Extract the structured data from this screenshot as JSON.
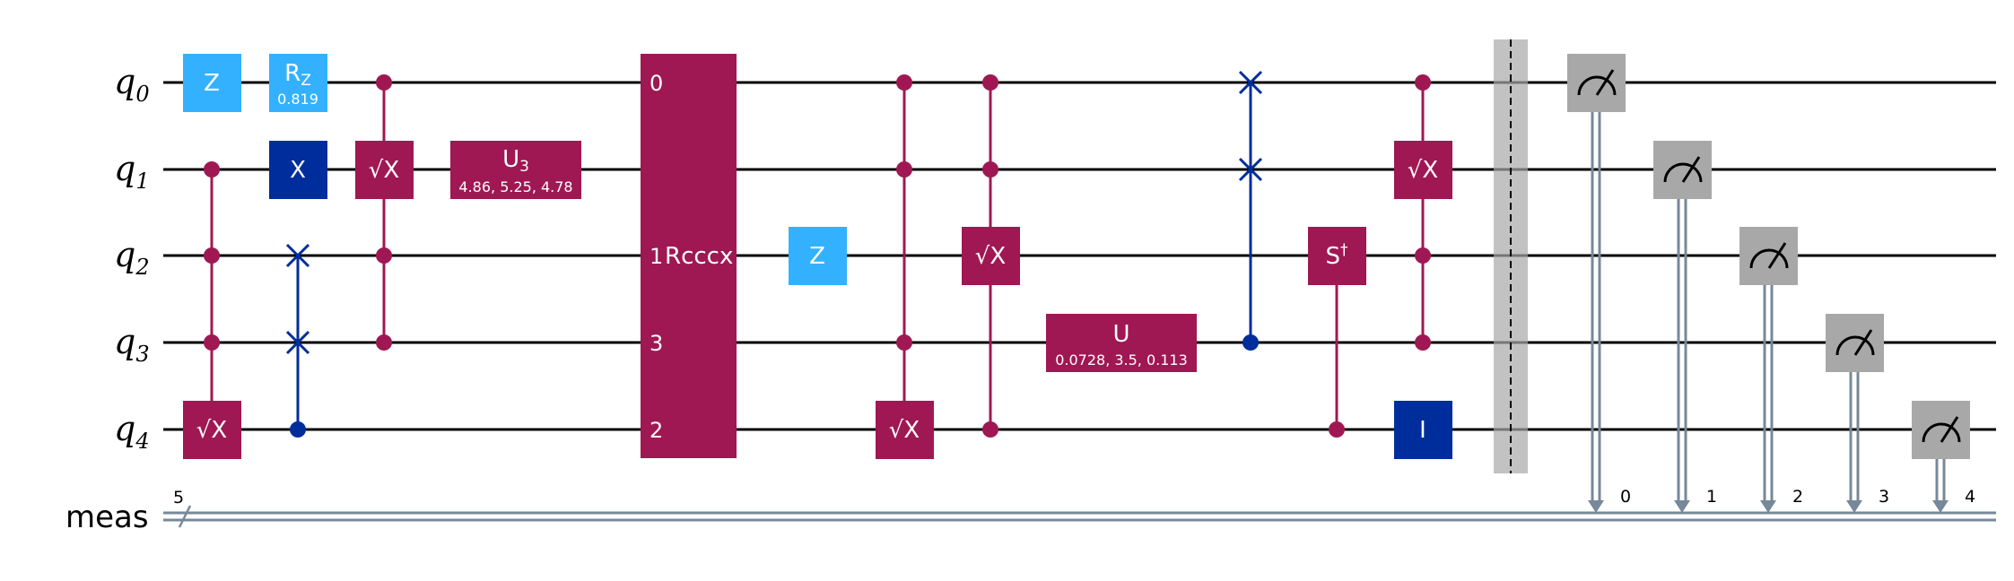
{
  "qubits": [
    {
      "name": "q",
      "index": "0"
    },
    {
      "name": "q",
      "index": "1"
    },
    {
      "name": "q",
      "index": "2"
    },
    {
      "name": "q",
      "index": "3"
    },
    {
      "name": "q",
      "index": "4"
    }
  ],
  "classical_register": {
    "label": "meas",
    "size": "5",
    "bits": [
      "0",
      "1",
      "2",
      "3",
      "4"
    ]
  },
  "colors": {
    "multi_qubit": "#9f1853",
    "single_pauli": "#33b1ff",
    "x_and_swap": "#002d9c",
    "measure_barrier": "#a8a8a8",
    "classical": "#778899"
  },
  "gates": {
    "z1": "Z",
    "rz": {
      "base": "R",
      "sub": "Z",
      "param": "0.819"
    },
    "x1": "X",
    "sx_a": "√X",
    "sx_b": "√X",
    "u3": {
      "base": "U",
      "sub": "3",
      "param": "4.86, 5.25, 4.78"
    },
    "rcccx": {
      "label": "Rcccx",
      "pins": [
        "0",
        "1",
        "3",
        "2"
      ]
    },
    "z2": "Z",
    "sx_c": "√X",
    "sx_d": "√X",
    "u": {
      "label": "U",
      "param": "0.0728, 3.5, 0.113"
    },
    "sdg": {
      "base": "S",
      "sup": "†"
    },
    "sx_e": "√X",
    "id": "I"
  },
  "icons": {
    "measure": "meter-icon",
    "swap": "swap-x-icon",
    "control": "control-dot-icon"
  }
}
